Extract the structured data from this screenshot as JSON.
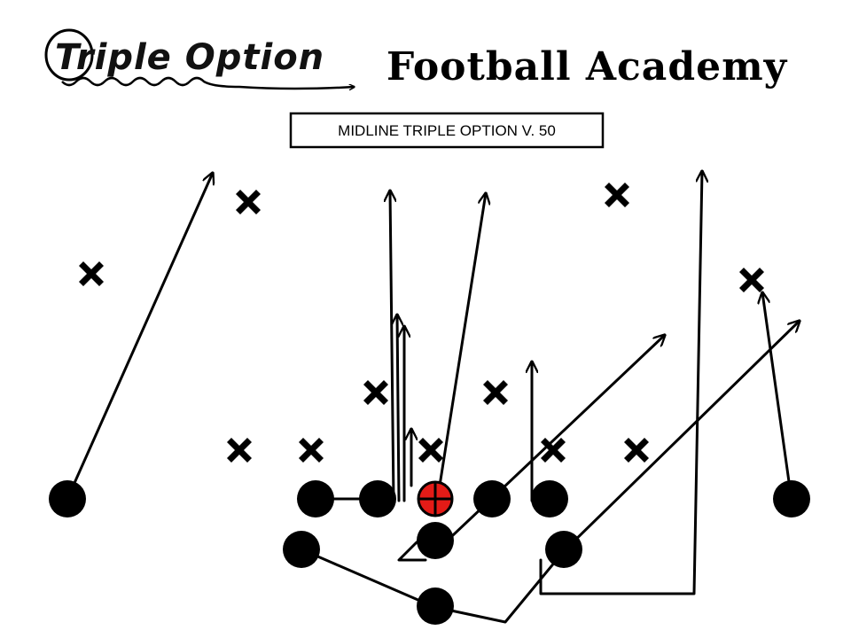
{
  "brand": {
    "part1": "Triple Option",
    "part2": "Football Academy"
  },
  "play": {
    "title": "MIDLINE TRIPLE OPTION V. 50"
  },
  "colors": {
    "player": "#000000",
    "center": "#e41b17",
    "defender_fill": "#ffffff"
  },
  "icons": {
    "offense": "filled-circle",
    "center": "circle-with-cross",
    "defense": "x-mark"
  }
}
